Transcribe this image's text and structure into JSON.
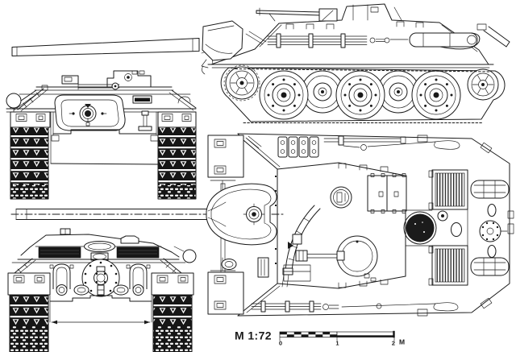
{
  "colors": {
    "ink": "#1a1a1a",
    "paper": "#ffffff",
    "track_dark": "#161616"
  },
  "scale": {
    "label": "M 1:72",
    "tick_labels": [
      "0",
      "1",
      "2"
    ],
    "unit_label": "M"
  }
}
